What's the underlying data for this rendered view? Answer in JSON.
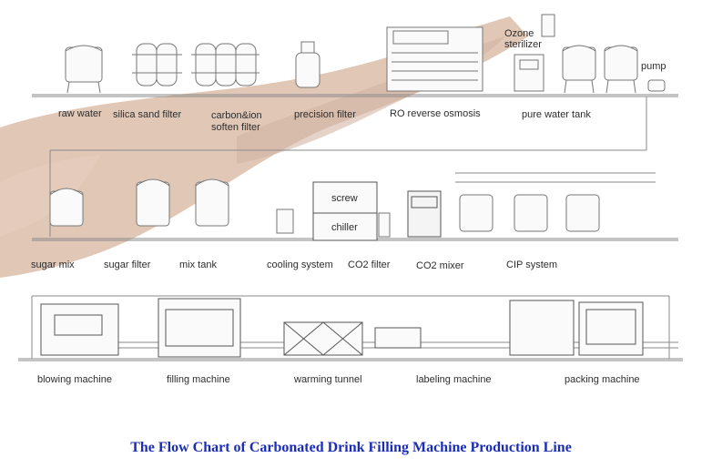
{
  "title": "The Flow Chart of Carbonated Drink  Filling Machine Production Line",
  "colors": {
    "line": "#8a8a8a",
    "title": "#1b2db8",
    "smear": "#c99a7a"
  },
  "row1": {
    "raw_water": "raw water",
    "silica_sand_filter": "silica sand filter",
    "carbon_ion": "carbon&ion",
    "soften_filter": "soften filter",
    "precision_filter": "precision filter",
    "ro_reverse_osmosis": "RO reverse osmosis",
    "ozone": "Ozone",
    "sterilizer": "sterilizer",
    "pure_water_tank": "pure water tank",
    "pump": "pump"
  },
  "row2": {
    "sugar_mix": "sugar mix",
    "sugar_filter": "sugar filter",
    "mix_tank": "mix tank",
    "cooling_system": "cooling system",
    "screw": "screw",
    "chiller": "chiller",
    "co2_filter": "CO2 filter",
    "co2_mixer": "CO2 mixer",
    "cip_system": "CIP system"
  },
  "row3": {
    "blowing_machine": "blowing machine",
    "filling_machine": "filling machine",
    "warming_tunnel": "warming tunnel",
    "labeling_machine": "labeling machine",
    "packing_machine": "packing machine"
  }
}
